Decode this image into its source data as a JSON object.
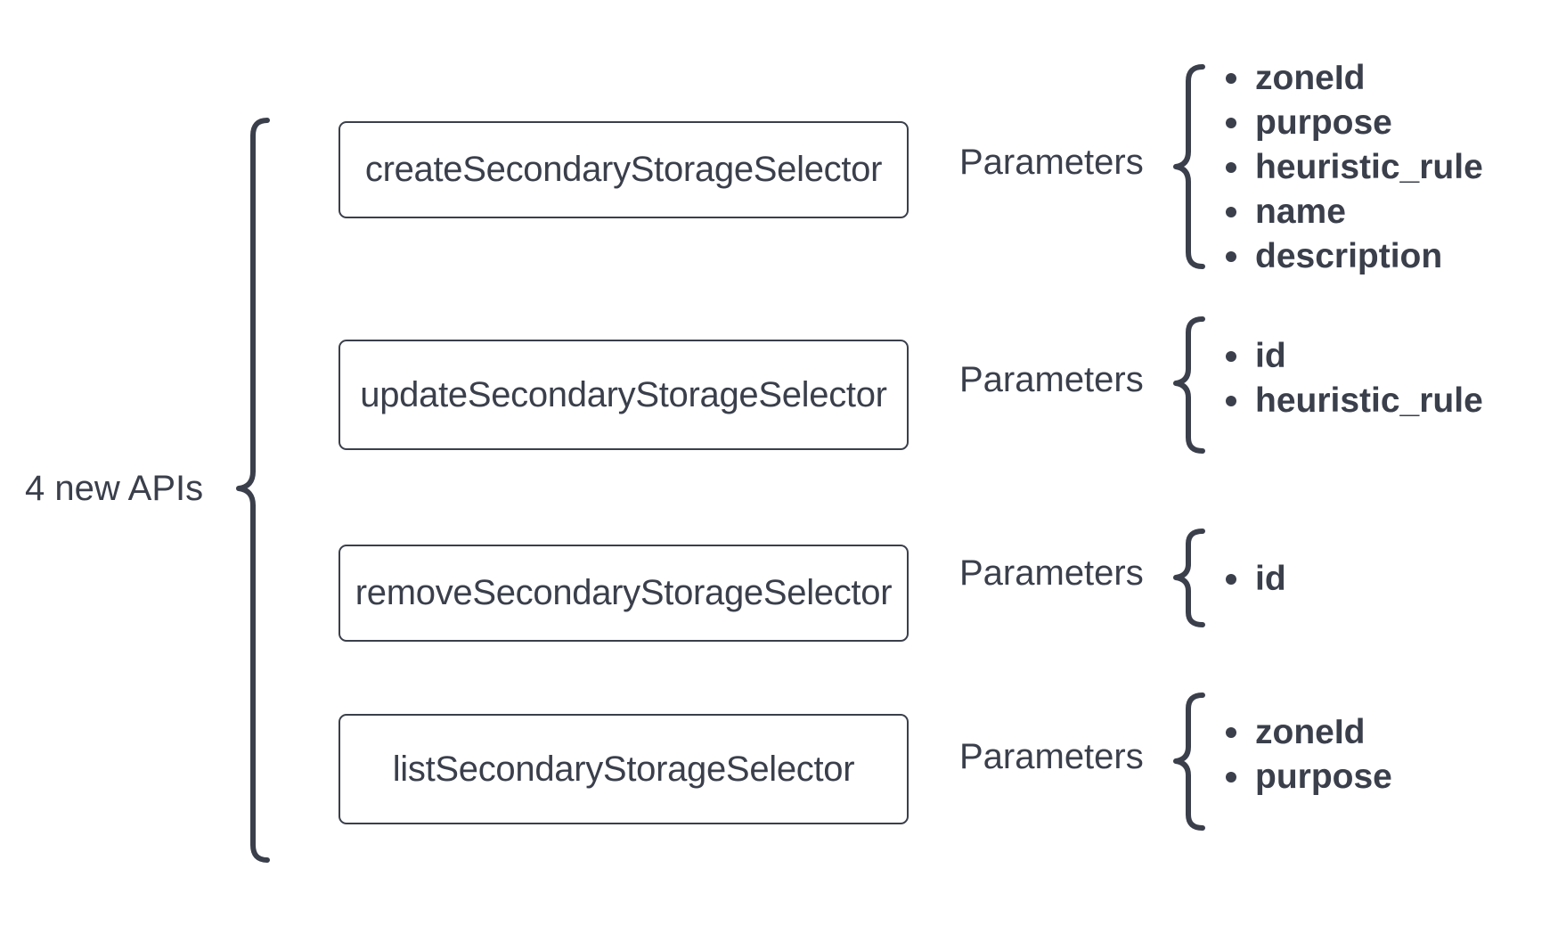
{
  "diagram": {
    "root_label": "4 new APIs",
    "apis": [
      {
        "name": "createSecondaryStorageSelector",
        "params_label": "Parameters",
        "params": [
          "zoneId",
          "purpose",
          "heuristic_rule",
          "name",
          "description"
        ]
      },
      {
        "name": "updateSecondaryStorageSelector",
        "params_label": "Parameters",
        "params": [
          "id",
          "heuristic_rule"
        ]
      },
      {
        "name": "removeSecondaryStorageSelector",
        "params_label": "Parameters",
        "params": [
          "id"
        ]
      },
      {
        "name": "listSecondaryStorageSelector",
        "params_label": "Parameters",
        "params": [
          "zoneId",
          "purpose"
        ]
      }
    ],
    "colors": {
      "stroke": "#3a3f4b",
      "text": "#3a3f4b",
      "background": "#ffffff"
    }
  }
}
